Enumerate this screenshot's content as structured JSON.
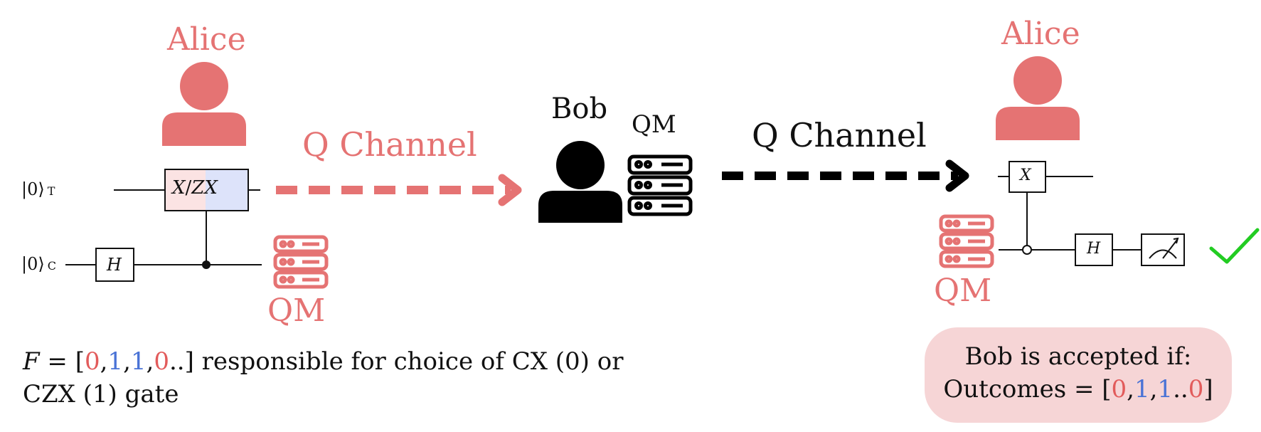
{
  "left": {
    "person_label": "Alice",
    "qubit_target": "|0⟩",
    "qubit_target_sub": "T",
    "qubit_control": "|0⟩",
    "qubit_control_sub": "C",
    "gate_x": "X",
    "gate_slash": "/",
    "gate_zx": "ZX",
    "gate_h": "H",
    "memory_label": "QM"
  },
  "channel1": {
    "label": "Q Channel"
  },
  "bob": {
    "person_label": "Bob",
    "memory_label": "QM"
  },
  "channel2": {
    "label": "Q Channel"
  },
  "right": {
    "person_label": "Alice",
    "gate_x": "X",
    "gate_h": "H",
    "memory_label": "QM"
  },
  "caption": {
    "var": "F",
    "eq": " = [",
    "bits": [
      "0",
      "1",
      "1",
      "0"
    ],
    "after_bits": "..] responsible for choice of CX (0) or CZX (1) gate"
  },
  "verdict": {
    "line1": "Bob is accepted if:",
    "line2_prefix": "Outcomes = [",
    "bits": [
      "0",
      "1",
      "1",
      "0"
    ],
    "line2_suffix": "]"
  },
  "colors": {
    "alice": "#e57373",
    "bob": "#000000",
    "bit0": "#e25b5b",
    "bit1": "#4a73d6",
    "accept_check": "#22cc22",
    "verdict_bg": "#f6d5d6",
    "gate_x_bg": "#fbe3e3",
    "gate_zx_bg": "#dde3fa"
  },
  "icons": [
    "person-icon",
    "server-icon",
    "measurement-meter-icon",
    "checkmark-icon"
  ]
}
